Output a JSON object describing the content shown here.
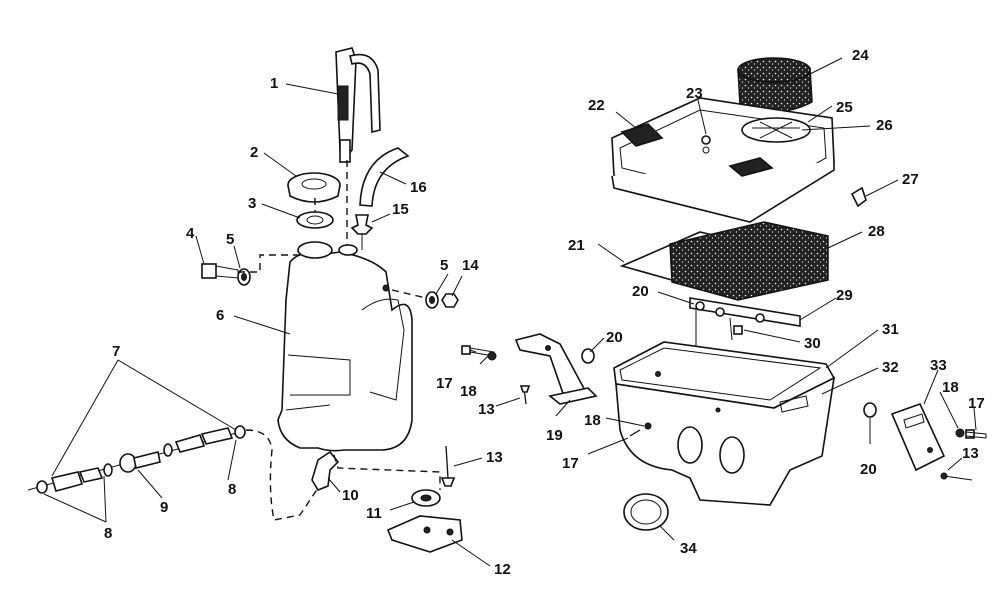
{
  "callouts": {
    "c1": "1",
    "c2": "2",
    "c3": "3",
    "c4": "4",
    "c5a": "5",
    "c5b": "5",
    "c6": "6",
    "c7": "7",
    "c8a": "8",
    "c8b": "8",
    "c9": "9",
    "c10": "10",
    "c11": "11",
    "c12": "12",
    "c13a": "13",
    "c13b": "13",
    "c13c": "13",
    "c14": "14",
    "c15": "15",
    "c16": "16",
    "c17a": "17",
    "c17b": "17",
    "c17c": "17",
    "c18a": "18",
    "c18b": "18",
    "c18c": "18",
    "c19": "19",
    "c20a": "20",
    "c20b": "20",
    "c20c": "20",
    "c21": "21",
    "c22": "22",
    "c23": "23",
    "c24": "24",
    "c25": "25",
    "c26": "26",
    "c27": "27",
    "c28": "28",
    "c29": "29",
    "c30": "30",
    "c31": "31",
    "c32": "32",
    "c33": "33",
    "c34": "34"
  }
}
